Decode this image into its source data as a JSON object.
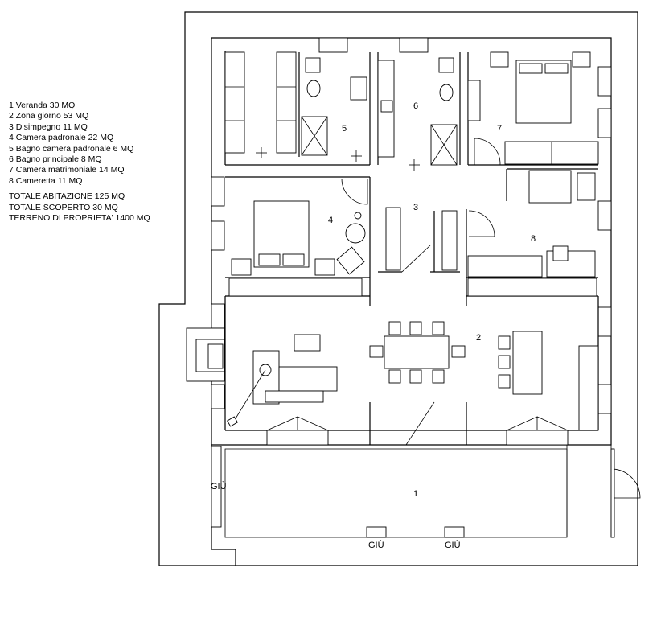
{
  "legend": {
    "rooms": [
      "1 Veranda 30 MQ",
      "2 Zona giorno 53 MQ",
      "3 Disimpegno 11 MQ",
      "4 Camera padronale 22 MQ",
      "5 Bagno camera padronale 6 MQ",
      "6 Bagno principale 8 MQ",
      "7 Camera matrimoniale 14 MQ",
      "8 Cameretta 11 MQ"
    ],
    "totals": [
      "TOTALE ABITAZIONE 125 MQ",
      "TOTALE SCOPERTO 30 MQ",
      "TERRENO DI PROPRIETA' 1400 MQ"
    ]
  },
  "plan": {
    "room_numbers": [
      "1",
      "2",
      "3",
      "4",
      "5",
      "6",
      "7",
      "8"
    ],
    "stairs_label": "GIÙ"
  }
}
